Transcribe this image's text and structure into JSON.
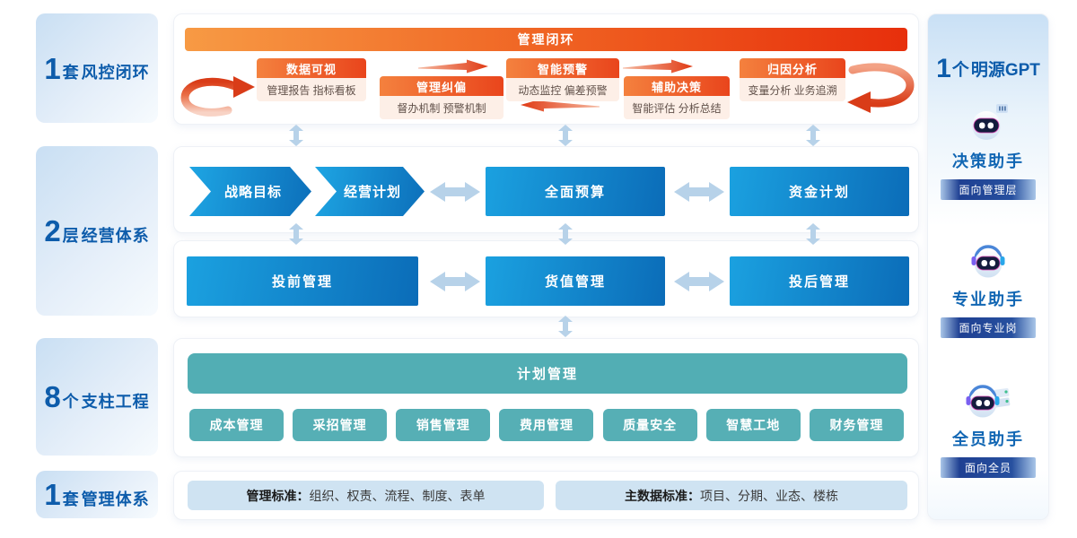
{
  "left_labels": [
    {
      "num": "1",
      "unit": "套",
      "text": "风控闭环"
    },
    {
      "num": "2",
      "unit": "层",
      "text": "经营体系"
    },
    {
      "num": "8",
      "unit": "个",
      "text": "支柱工程"
    },
    {
      "num": "1",
      "unit": "套",
      "text": "管理体系"
    }
  ],
  "risk_loop": {
    "title": "管理闭环",
    "steps": [
      {
        "title": "数据可视",
        "desc": "管理报告 指标看板"
      },
      {
        "title": "管理纠偏",
        "desc": "督办机制 预警机制"
      },
      {
        "title": "智能预警",
        "desc": "动态监控 偏差预警"
      },
      {
        "title": "辅助决策",
        "desc": "智能评估 分析总结"
      },
      {
        "title": "归因分析",
        "desc": "变量分析 业务追溯"
      }
    ]
  },
  "business_system": {
    "row1": [
      "战略目标",
      "经营计划",
      "全面预算",
      "资金计划"
    ],
    "row2": [
      "投前管理",
      "货值管理",
      "投后管理"
    ]
  },
  "pillars": {
    "plan": "计划管理",
    "items": [
      "成本管理",
      "采招管理",
      "销售管理",
      "费用管理",
      "质量安全",
      "智慧工地",
      "财务管理"
    ]
  },
  "standards": [
    {
      "label": "管理标准：",
      "content": "组织、权责、流程、制度、表单"
    },
    {
      "label": "主数据标准：",
      "content": "项目、分期、业态、楼栋"
    }
  ],
  "gpt": {
    "title_num": "1",
    "title_unit": "个",
    "title_text": "明源GPT",
    "assistants": [
      {
        "name": "决策助手",
        "audience": "面向管理层"
      },
      {
        "name": "专业助手",
        "audience": "面向专业岗"
      },
      {
        "name": "全员助手",
        "audience": "面向全员"
      }
    ]
  },
  "icons": {
    "red_swoosh_left": "curved-red-arrow",
    "red_swoosh_right": "curved-red-arrow",
    "red_arrow_right": "tapered-red-arrow",
    "red_arrow_left": "tapered-red-arrow",
    "horizontal_double_arrow": "light-blue-double-arrow",
    "vertical_double_arrow": "light-blue-double-arrow",
    "decision_robot": "robot-face-with-signal-chip",
    "professional_robot": "robot-face-with-headphones",
    "staff_robot": "robot-face-with-headphones-and-cards"
  },
  "colors": {
    "accent_orange": "#e8380d",
    "accent_blue": "#0b6cb8",
    "accent_teal": "#52aeb4",
    "label_blue": "#0d5cab",
    "badge_navy": "#1f4092",
    "arrow_light_blue": "#b7d2e9",
    "step_body_bg": "#fdefe7",
    "standard_box_bg": "#cfe3f2"
  }
}
